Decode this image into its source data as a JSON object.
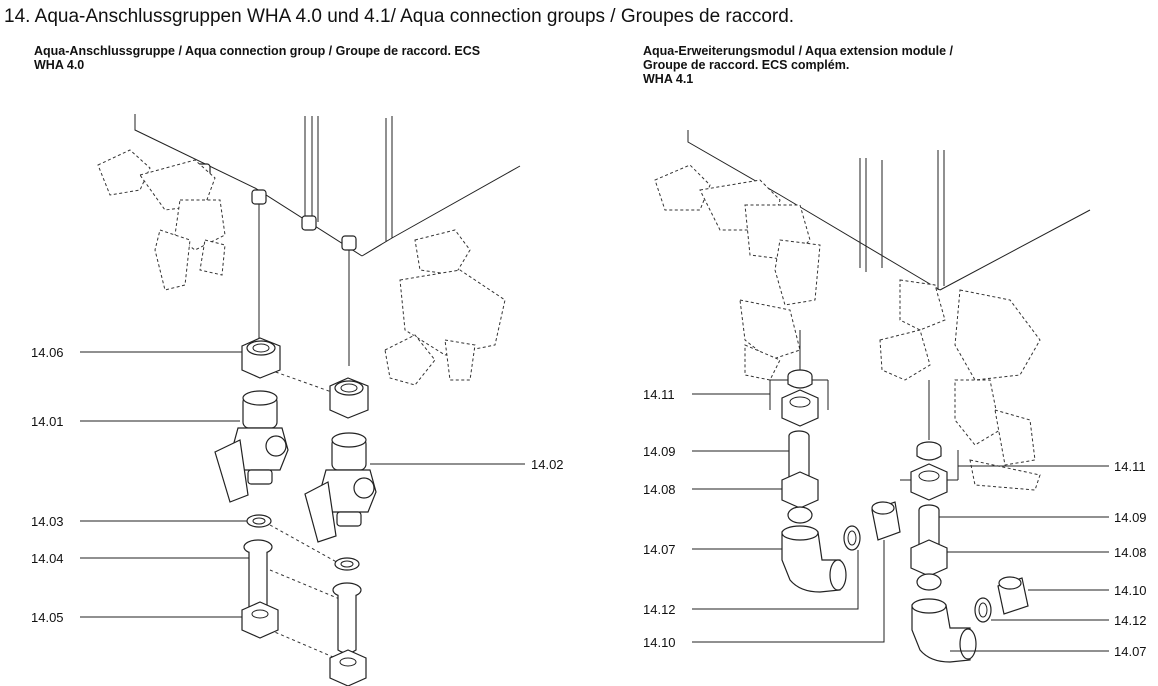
{
  "heading": "14. Aqua-Anschlussgruppen WHA 4.0 und 4.1/ Aqua connection groups / Groupes de raccord.",
  "left_panel": {
    "subtitle_line1": "Aqua-Anschlussgruppe / Aqua connection group / Groupe de raccord. ECS",
    "subtitle_line2": "WHA 4.0",
    "callouts": [
      "14.06",
      "14.01",
      "14.03",
      "14.04",
      "14.05",
      "14.02"
    ]
  },
  "right_panel": {
    "subtitle_line1": "Aqua-Erweiterungsmodul / Aqua extension module /",
    "subtitle_line2": "Groupe de raccord. ECS complém.",
    "subtitle_line3": "WHA 4.1",
    "callouts_left": [
      "14.11",
      "14.09",
      "14.08",
      "14.07",
      "14.12",
      "14.10"
    ],
    "callouts_right": [
      "14.11",
      "14.09",
      "14.08",
      "14.10",
      "14.12",
      "14.07"
    ]
  }
}
